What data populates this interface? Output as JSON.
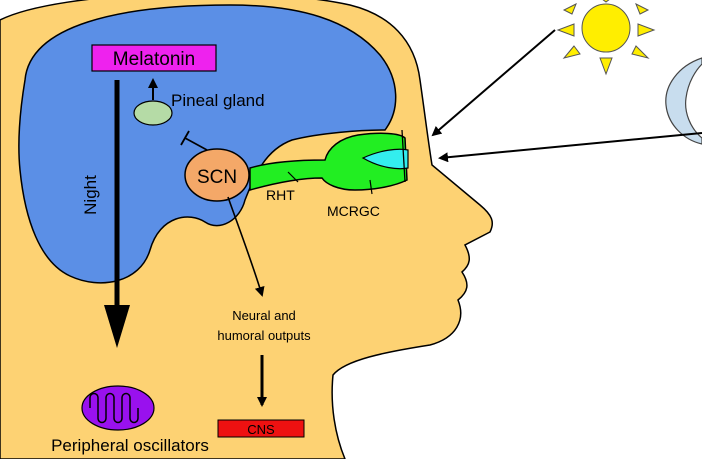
{
  "labels": {
    "melatonin": "Melatonin",
    "pineal": "Pineal gland",
    "night": "Night",
    "scn": "SCN",
    "rht": "RHT",
    "mcrgc": "MCRGC",
    "outputs_line1": "Neural and",
    "outputs_line2": "humoral outputs",
    "cns": "CNS",
    "peripheral": "Peripheral oscillators"
  },
  "colors": {
    "head": "#fdd273",
    "brain": "#5b8fe6",
    "pineal": "#b5dba6",
    "scn": "#f4a868",
    "rht": "#22ee22",
    "eye": "#33eeee",
    "melatonin_box": "#ee22ee",
    "cns_box": "#ee1111",
    "oscillator": "#9911ee",
    "sun": "#ffee00",
    "moon": "#c8ddee"
  },
  "icons": [
    "sun-icon",
    "moon-icon",
    "oscillator-wave-icon"
  ]
}
